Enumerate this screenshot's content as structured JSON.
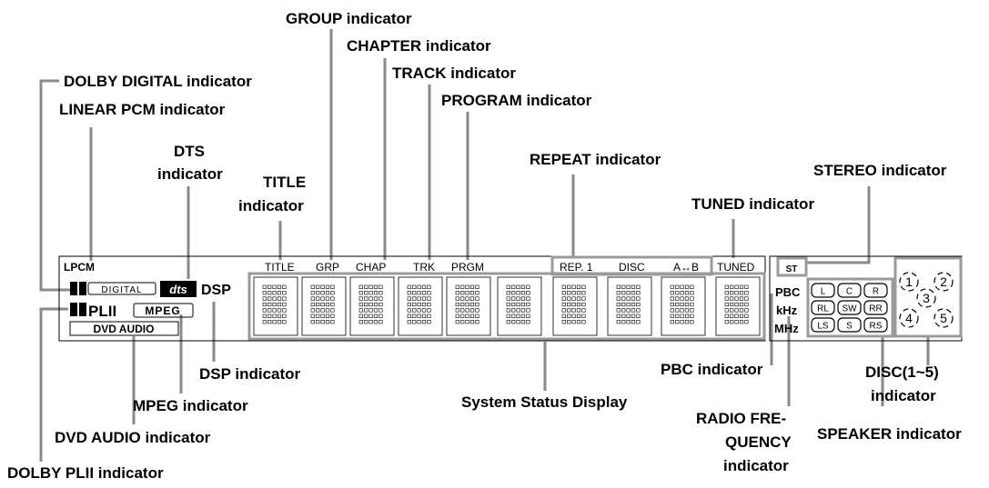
{
  "callouts": {
    "group": "GROUP indicator",
    "chapter": "CHAPTER indicator",
    "track": "TRACK indicator",
    "program": "PROGRAM indicator",
    "dolby_digital": "DOLBY DIGITAL indicator",
    "linear_pcm": "LINEAR PCM indicator",
    "dts_1": "DTS",
    "dts_2": "indicator",
    "title_1": "TITLE",
    "title_2": "indicator",
    "repeat": "REPEAT indicator",
    "stereo": "STEREO indicator",
    "tuned": "TUNED indicator",
    "dsp": "DSP indicator",
    "mpeg": "MPEG indicator",
    "system_status": "System Status Display",
    "pbc": "PBC indicator",
    "disc_1": "DISC(1~5)",
    "disc_2": "indicator",
    "dvd_audio": "DVD AUDIO indicator",
    "radio_1": "RADIO FRE-",
    "radio_2": "QUENCY",
    "radio_3": "indicator",
    "speaker": "SPEAKER indicator",
    "dolby_pl2": "DOLBY PLII indicator"
  },
  "panel": {
    "lpcm": "LPCM",
    "digital": "DIGITAL",
    "dts_logo": "dts",
    "dsp": "DSP",
    "pl2": "PLII",
    "mpeg": "MPEG",
    "dvd_audio": "DVD AUDIO",
    "title": "TITLE",
    "grp": "GRP",
    "chap": "CHAP",
    "trk": "TRK",
    "prgm": "PRGM",
    "rep1": "REP. 1",
    "disc": "DISC",
    "ab": "A↔B",
    "tuned": "TUNED",
    "st": "ST",
    "pbc": "PBC",
    "khz": "kHz",
    "mhz": "MHz",
    "speakers": [
      "L",
      "C",
      "R",
      "RL",
      "SW",
      "RR",
      "LS",
      "S",
      "RS"
    ],
    "discs": [
      "1",
      "2",
      "3",
      "4",
      "5"
    ]
  }
}
